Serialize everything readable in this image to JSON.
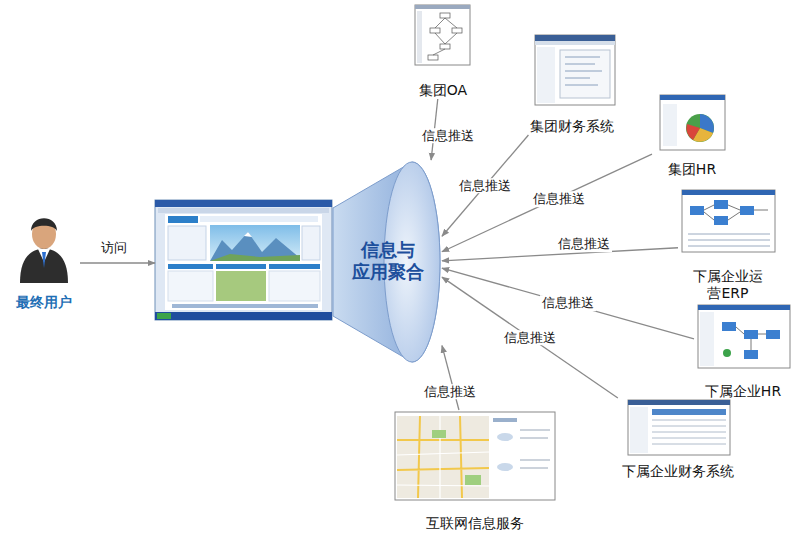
{
  "diagram": {
    "nodes": [
      {
        "text": [
          "最终用户"
        ]
      },
      {
        "text": []
      },
      {
        "text": [
          "信息与 应用聚合"
        ]
      },
      {
        "text": [
          "集团OA"
        ]
      },
      {
        "text": [
          "集团财务系统"
        ]
      },
      {
        "text": [
          "集团HR"
        ]
      },
      {
        "text": [
          "下属企业运 营ERP"
        ]
      },
      {
        "text": [
          "下属企业HR"
        ]
      },
      {
        "text": [
          "下属企业财务系统"
        ]
      },
      {
        "text": [
          "互联网信息服务"
        ]
      }
    ],
    "edges": [
      {
        "from": 0,
        "to": 1,
        "label": "访问",
        "arrow": "to"
      },
      {
        "from": 3,
        "to": 2,
        "label": "信息推送",
        "arrow": "to"
      },
      {
        "from": 4,
        "to": 2,
        "label": "信息推送",
        "arrow": "to"
      },
      {
        "from": 5,
        "to": 2,
        "label": "信息推送",
        "arrow": "to"
      },
      {
        "from": 6,
        "to": 2,
        "label": "信息推送",
        "arrow": "to"
      },
      {
        "from": 7,
        "to": 2,
        "label": "信息推送",
        "arrow": "to"
      },
      {
        "from": 8,
        "to": 2,
        "label": "信息推送",
        "arrow": "to"
      },
      {
        "from": 9,
        "to": 2,
        "label": "信息推送",
        "arrow": "to"
      }
    ]
  }
}
